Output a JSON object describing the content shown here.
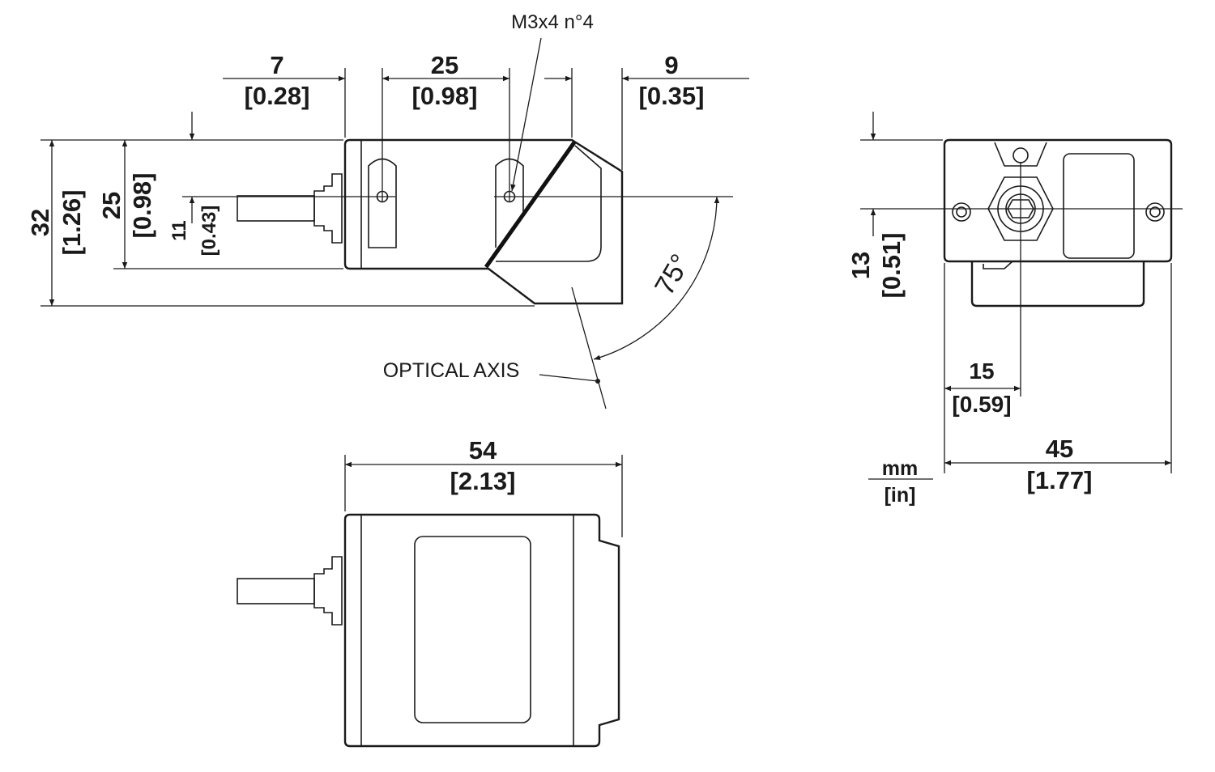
{
  "colors": {
    "line": "#1a1a1a",
    "background": "#ffffff"
  },
  "side_view": {
    "thread_note": "M3x4 n°4",
    "dims": {
      "d7_mm": "7",
      "d7_in": "[0.28]",
      "d25_mm": "25",
      "d25_in": "[0.98]",
      "d9_mm": "9",
      "d9_in": "[0.35]",
      "d32_mm": "32",
      "d32_in": "[1.26]",
      "d25v_mm": "25",
      "d25v_in": "[0.98]",
      "d11_mm": "11",
      "d11_in": "[0.43]"
    },
    "angle": "75°",
    "optical_axis": "OPTICAL AXIS"
  },
  "front_view": {
    "dims": {
      "d13_mm": "13",
      "d13_in": "[0.51]",
      "d15_mm": "15",
      "d15_in": "[0.59]",
      "d45_mm": "45",
      "d45_in": "[1.77]"
    },
    "units_top": "mm",
    "units_bottom": "[in]"
  },
  "top_view": {
    "dims": {
      "d54_mm": "54",
      "d54_in": "[2.13]"
    }
  }
}
